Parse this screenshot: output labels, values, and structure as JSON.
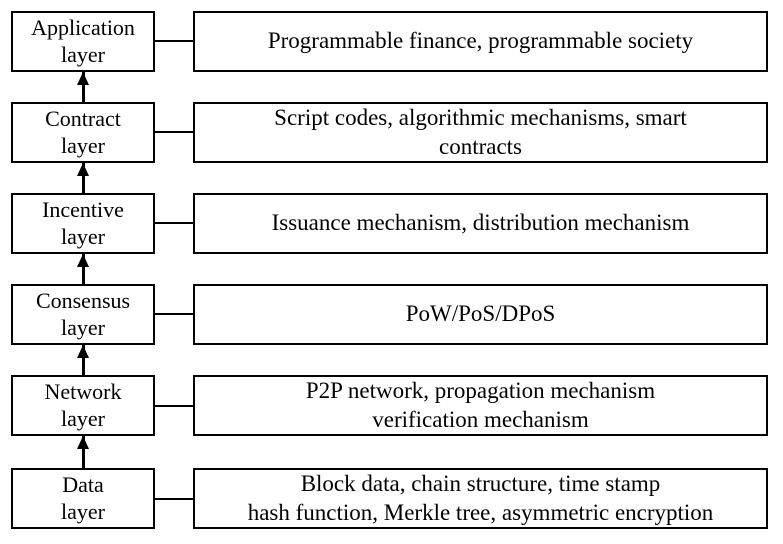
{
  "layers": [
    {
      "name": "Application layer",
      "name_lines": "Application\nlayer",
      "description": "Programmable finance, programmable society"
    },
    {
      "name": "Contract layer",
      "name_lines": "Contract\nlayer",
      "description": "Script codes, algorithmic mechanisms,  smart\ncontracts"
    },
    {
      "name": "Incentive layer",
      "name_lines": "Incentive\nlayer",
      "description": "Issuance mechanism, distribution mechanism"
    },
    {
      "name": "Consensus layer",
      "name_lines": "Consensus\nlayer",
      "description": "PoW/PoS/DPoS"
    },
    {
      "name": "Network layer",
      "name_lines": "Network\nlayer",
      "description": "P2P network, propagation mechanism\nverification mechanism"
    },
    {
      "name": "Data layer",
      "name_lines": "Data\nlayer",
      "description": "Block data, chain structure, time stamp\nhash function, Merkle tree, asymmetric encryption"
    }
  ]
}
